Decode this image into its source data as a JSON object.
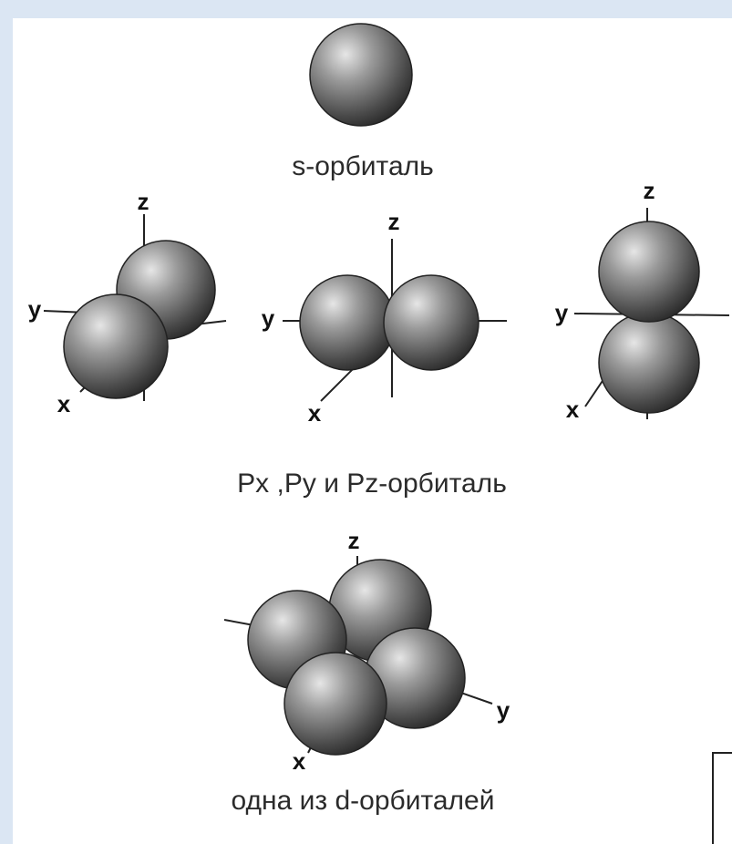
{
  "captions": {
    "s": "s-орбиталь",
    "p": "Px ,Py и Pz-орбиталь",
    "d": "одна из d-орбиталей"
  },
  "axes": {
    "x": "x",
    "y": "y",
    "z": "z"
  },
  "colors": {
    "background": "#dbe6f3",
    "panel": "#ffffff",
    "sphere_light": "#d9d9d9",
    "sphere_dark": "#2e2e2e"
  }
}
